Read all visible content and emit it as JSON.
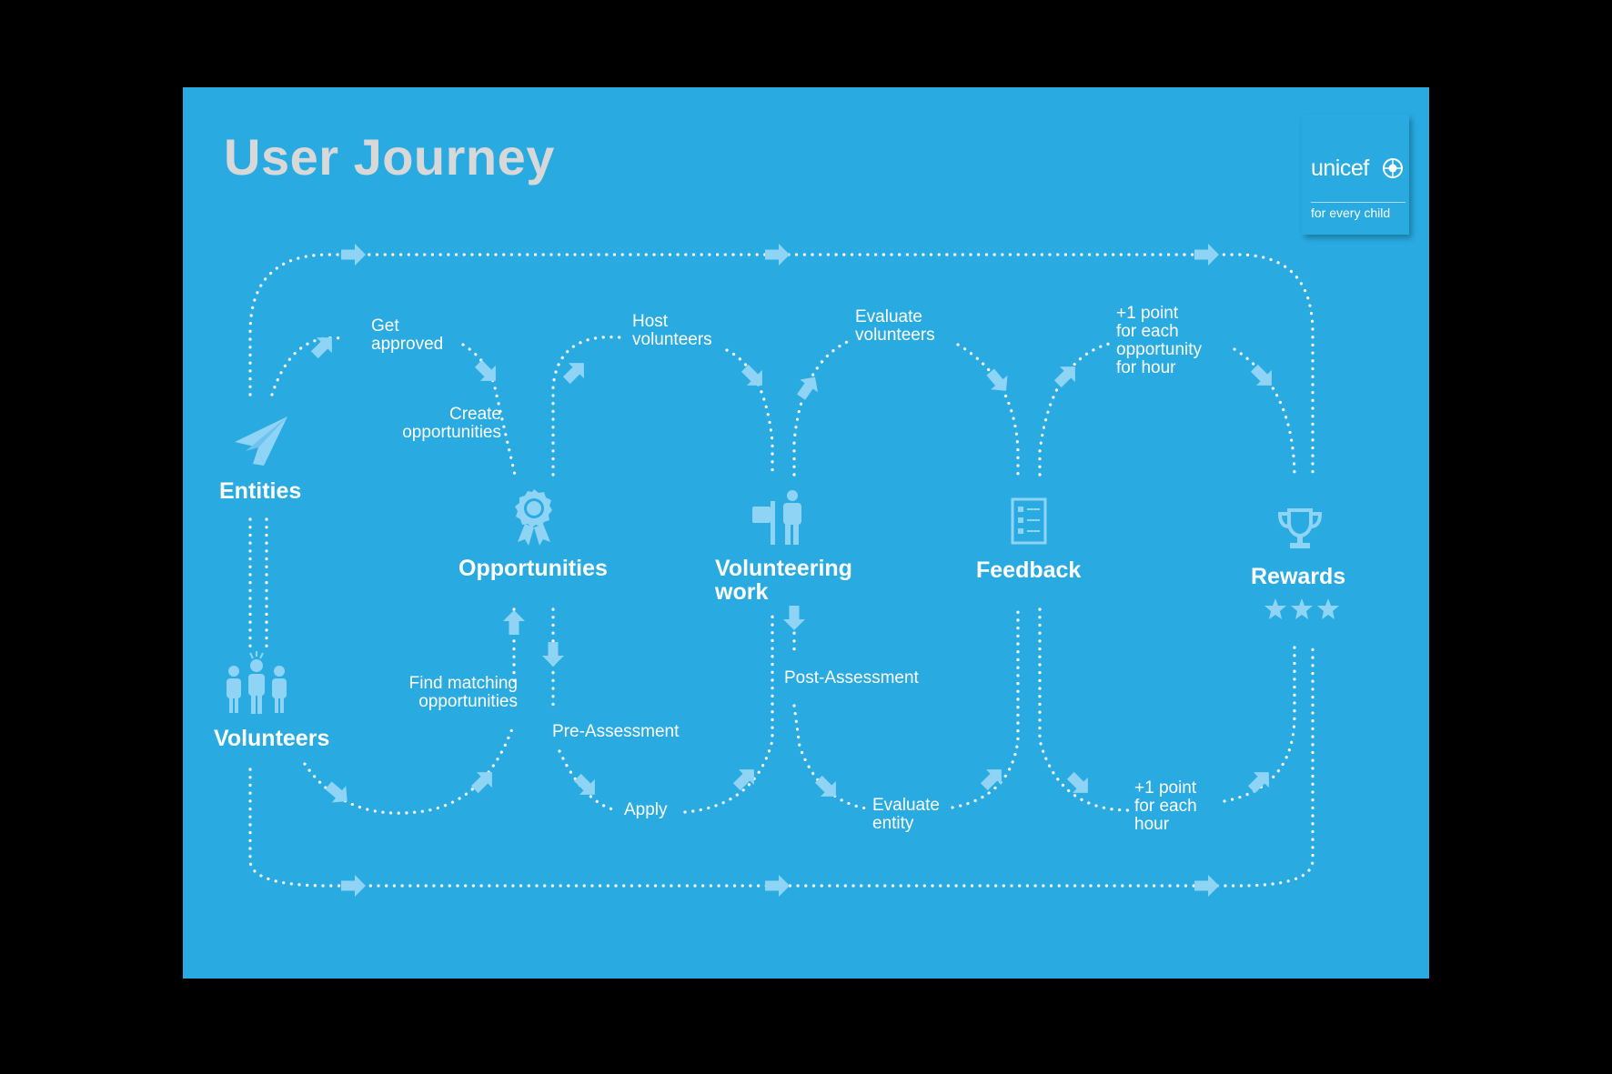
{
  "title": "User Journey",
  "logo": {
    "name": "unicef",
    "tagline": "for every child"
  },
  "colors": {
    "background": "#29abe2",
    "line": "#ffffff",
    "icon": "#8fd3f5",
    "arrow": "#8fd3f5",
    "title": "#d8d8d8"
  },
  "stages": [
    {
      "id": "entities",
      "label": "Entities",
      "icon": "paper-plane-icon"
    },
    {
      "id": "volunteers",
      "label": "Volunteers",
      "icon": "people-group-icon"
    },
    {
      "id": "opportunities",
      "label": "Opportunities",
      "icon": "award-ribbon-icon"
    },
    {
      "id": "volunteering",
      "label": "Volunteering\nwork",
      "icon": "volunteer-worker-icon"
    },
    {
      "id": "feedback",
      "label": "Feedback",
      "icon": "checklist-icon"
    },
    {
      "id": "rewards",
      "label": "Rewards",
      "icon": "trophy-icon"
    }
  ],
  "steps": {
    "get_approved": "Get\napproved",
    "create_opportunities": "Create\nopportunities",
    "host_volunteers": "Host\nvolunteers",
    "evaluate_volunteers": "Evaluate\nvolunteers",
    "point_opportunity": "+1 point\nfor each\nopportunity\nfor hour",
    "find_matching": "Find matching\nopportunities",
    "pre_assessment": "Pre-Assessment",
    "apply": "Apply",
    "post_assessment": "Post-Assessment",
    "evaluate_entity": "Evaluate\nentity",
    "point_hour": "+1 point\nfor each\nhour"
  }
}
